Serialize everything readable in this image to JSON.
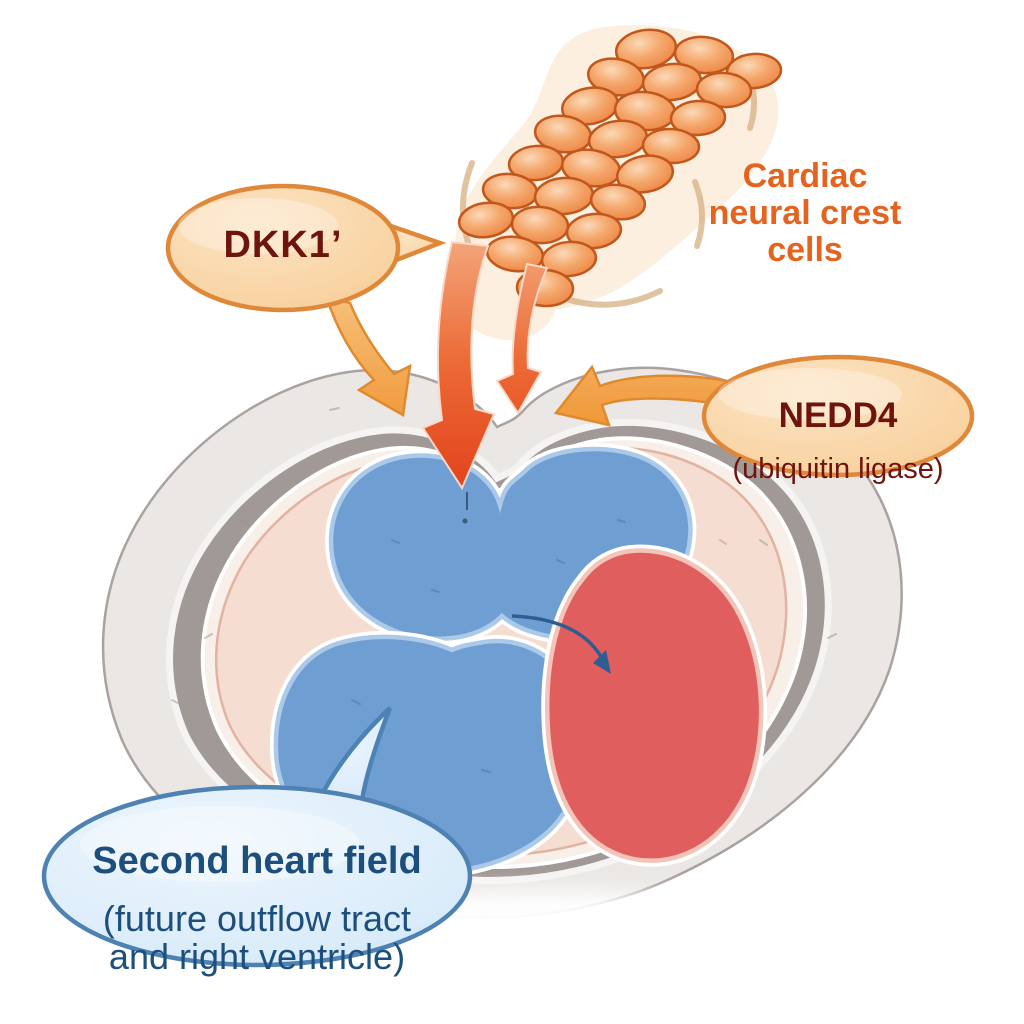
{
  "labels": {
    "cnc": {
      "text": "Cardiac\nneural crest\ncells"
    },
    "dkk1": {
      "text": "DKK1’"
    },
    "nedd4": {
      "title": "NEDD4",
      "subtitle": "(ubiquitin ligase)"
    },
    "shf": {
      "title": "Second heart field",
      "subtitle": "(future outflow tract\nand right ventricle)"
    }
  },
  "colors": {
    "orange-text": "#e4641f",
    "maroon-text": "#6e140c",
    "blue-text": "#1c4e7e",
    "bubble-border": "#e0883a",
    "blue-bubble-border": "#4e82b2",
    "cell-border": "#c1571b",
    "band-fill": "#fcefe0",
    "crescent": "#d8b48a",
    "heart-outer-gray": "#eae7e4",
    "heart-mid-gray": "#a19996",
    "heart-cream": "#f7efe8",
    "heart-pink": "#f5ddd1",
    "heart-blue": "#6f9ed3",
    "heart-blue-rim": "#abc9e8",
    "heart-red": "#e05e5e",
    "heart-red-rim": "#f3c4b8",
    "red-arrow": "#e84c22",
    "orange-arrow": "#f4a54e"
  },
  "illustration": {
    "cells": [
      [
        646,
        49,
        30,
        19,
        -8
      ],
      [
        704,
        55,
        29,
        18,
        6
      ],
      [
        754,
        71,
        27,
        17,
        -4
      ],
      [
        616,
        77,
        28,
        18,
        10
      ],
      [
        672,
        82,
        29,
        18,
        -6
      ],
      [
        724,
        90,
        27,
        17,
        4
      ],
      [
        590,
        106,
        28,
        18,
        -10
      ],
      [
        645,
        111,
        30,
        19,
        5
      ],
      [
        698,
        118,
        27,
        17,
        -3
      ],
      [
        563,
        134,
        28,
        18,
        8
      ],
      [
        618,
        139,
        29,
        18,
        -7
      ],
      [
        671,
        146,
        28,
        17,
        3
      ],
      [
        536,
        163,
        27,
        17,
        -5
      ],
      [
        591,
        168,
        29,
        18,
        9
      ],
      [
        645,
        174,
        28,
        18,
        -9
      ],
      [
        510,
        191,
        27,
        17,
        6
      ],
      [
        564,
        196,
        29,
        18,
        -4
      ],
      [
        618,
        202,
        27,
        17,
        8
      ],
      [
        486,
        220,
        27,
        17,
        -8
      ],
      [
        540,
        225,
        28,
        18,
        4
      ],
      [
        594,
        231,
        27,
        17,
        -6
      ],
      [
        515,
        254,
        28,
        17,
        7
      ],
      [
        569,
        259,
        27,
        17,
        -5
      ],
      [
        545,
        288,
        28,
        18,
        3
      ]
    ]
  }
}
